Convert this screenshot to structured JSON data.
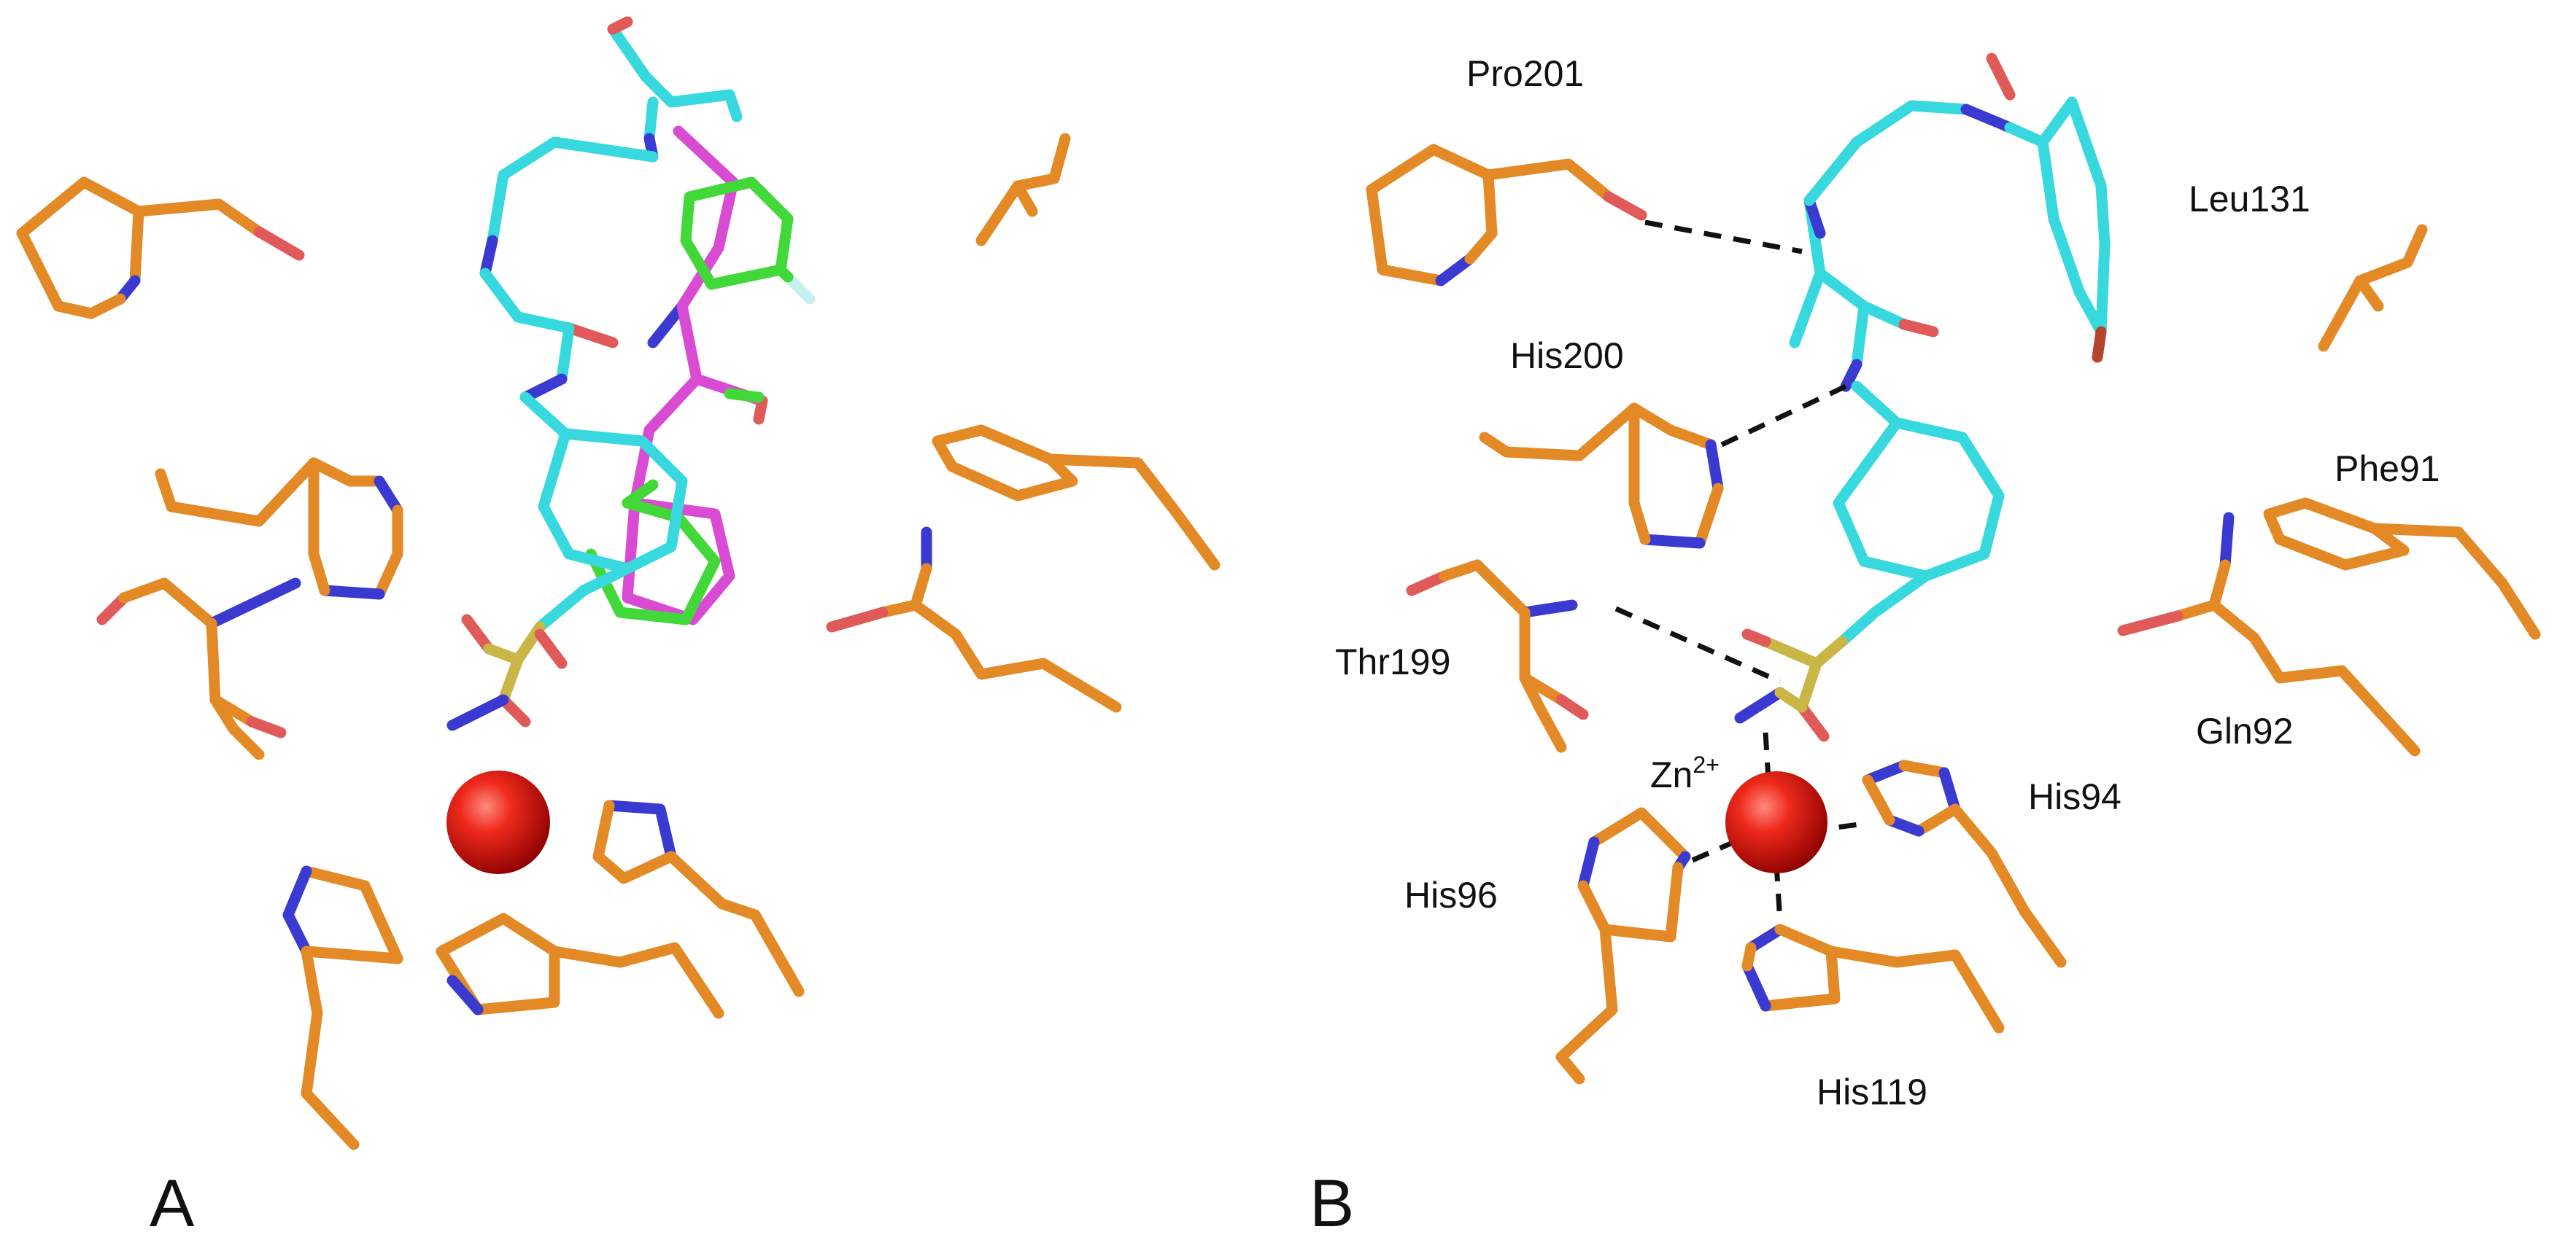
{
  "panels": [
    {
      "id": "A",
      "letter": "A"
    },
    {
      "id": "B",
      "letter": "B"
    }
  ],
  "residues": {
    "pro201": "Pro201",
    "leu131": "Leu131",
    "his200": "His200",
    "phe91": "Phe91",
    "thr199": "Thr199",
    "gln92": "Gln92",
    "his94": "His94",
    "his96": "His96",
    "his119": "His119"
  },
  "metal": {
    "symbol": "Zn",
    "charge": "2+"
  },
  "colors": {
    "carbon_protein": "#e38a27",
    "carbon_ligand_cyan": "#37d8de",
    "carbon_ligand_magenta": "#d94bd3",
    "carbon_ligand_green": "#43d83a",
    "nitrogen": "#3a3ad0",
    "oxygen": "#e05a5a",
    "sulfur": "#c9b646",
    "fluorine": "#c8f0f0",
    "bromine": "#b5452c",
    "zinc": "#e0100c",
    "hbond": "#111111"
  }
}
